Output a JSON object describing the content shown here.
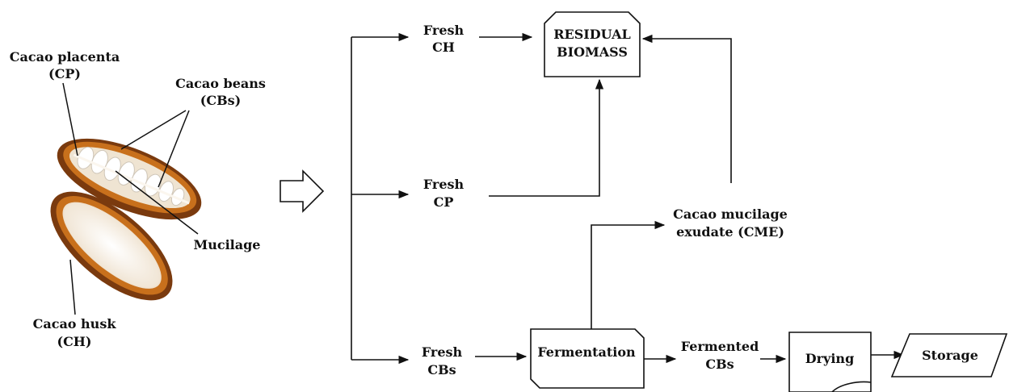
{
  "photo_labels": {
    "placenta_line1": "Cacao placenta",
    "placenta_line2": "(CP)",
    "beans_line1": "Cacao beans",
    "beans_line2": "(CBs)",
    "mucilage": "Mucilage",
    "husk_line1": "Cacao husk",
    "husk_line2": "(CH)"
  },
  "flow": {
    "fresh_ch_line1": "Fresh",
    "fresh_ch_line2": "CH",
    "fresh_cp_line1": "Fresh",
    "fresh_cp_line2": "CP",
    "fresh_cbs_line1": "Fresh",
    "fresh_cbs_line2": "CBs",
    "residual_line1": "RESIDUAL",
    "residual_line2": "BIOMASS",
    "mucilage_exudate_line1": "Cacao mucilage",
    "mucilage_exudate_line2": "exudate (CME)",
    "fermentation": "Fermentation",
    "fermented_line1": "Fermented",
    "fermented_line2": "CBs",
    "drying": "Drying",
    "storage": "Storage"
  },
  "colors": {
    "pod_outer": "#7a3a0e",
    "pod_inner": "#c8701c",
    "pod_flesh": "#f4efe6",
    "bean": "#ffffff",
    "line": "#111111"
  }
}
